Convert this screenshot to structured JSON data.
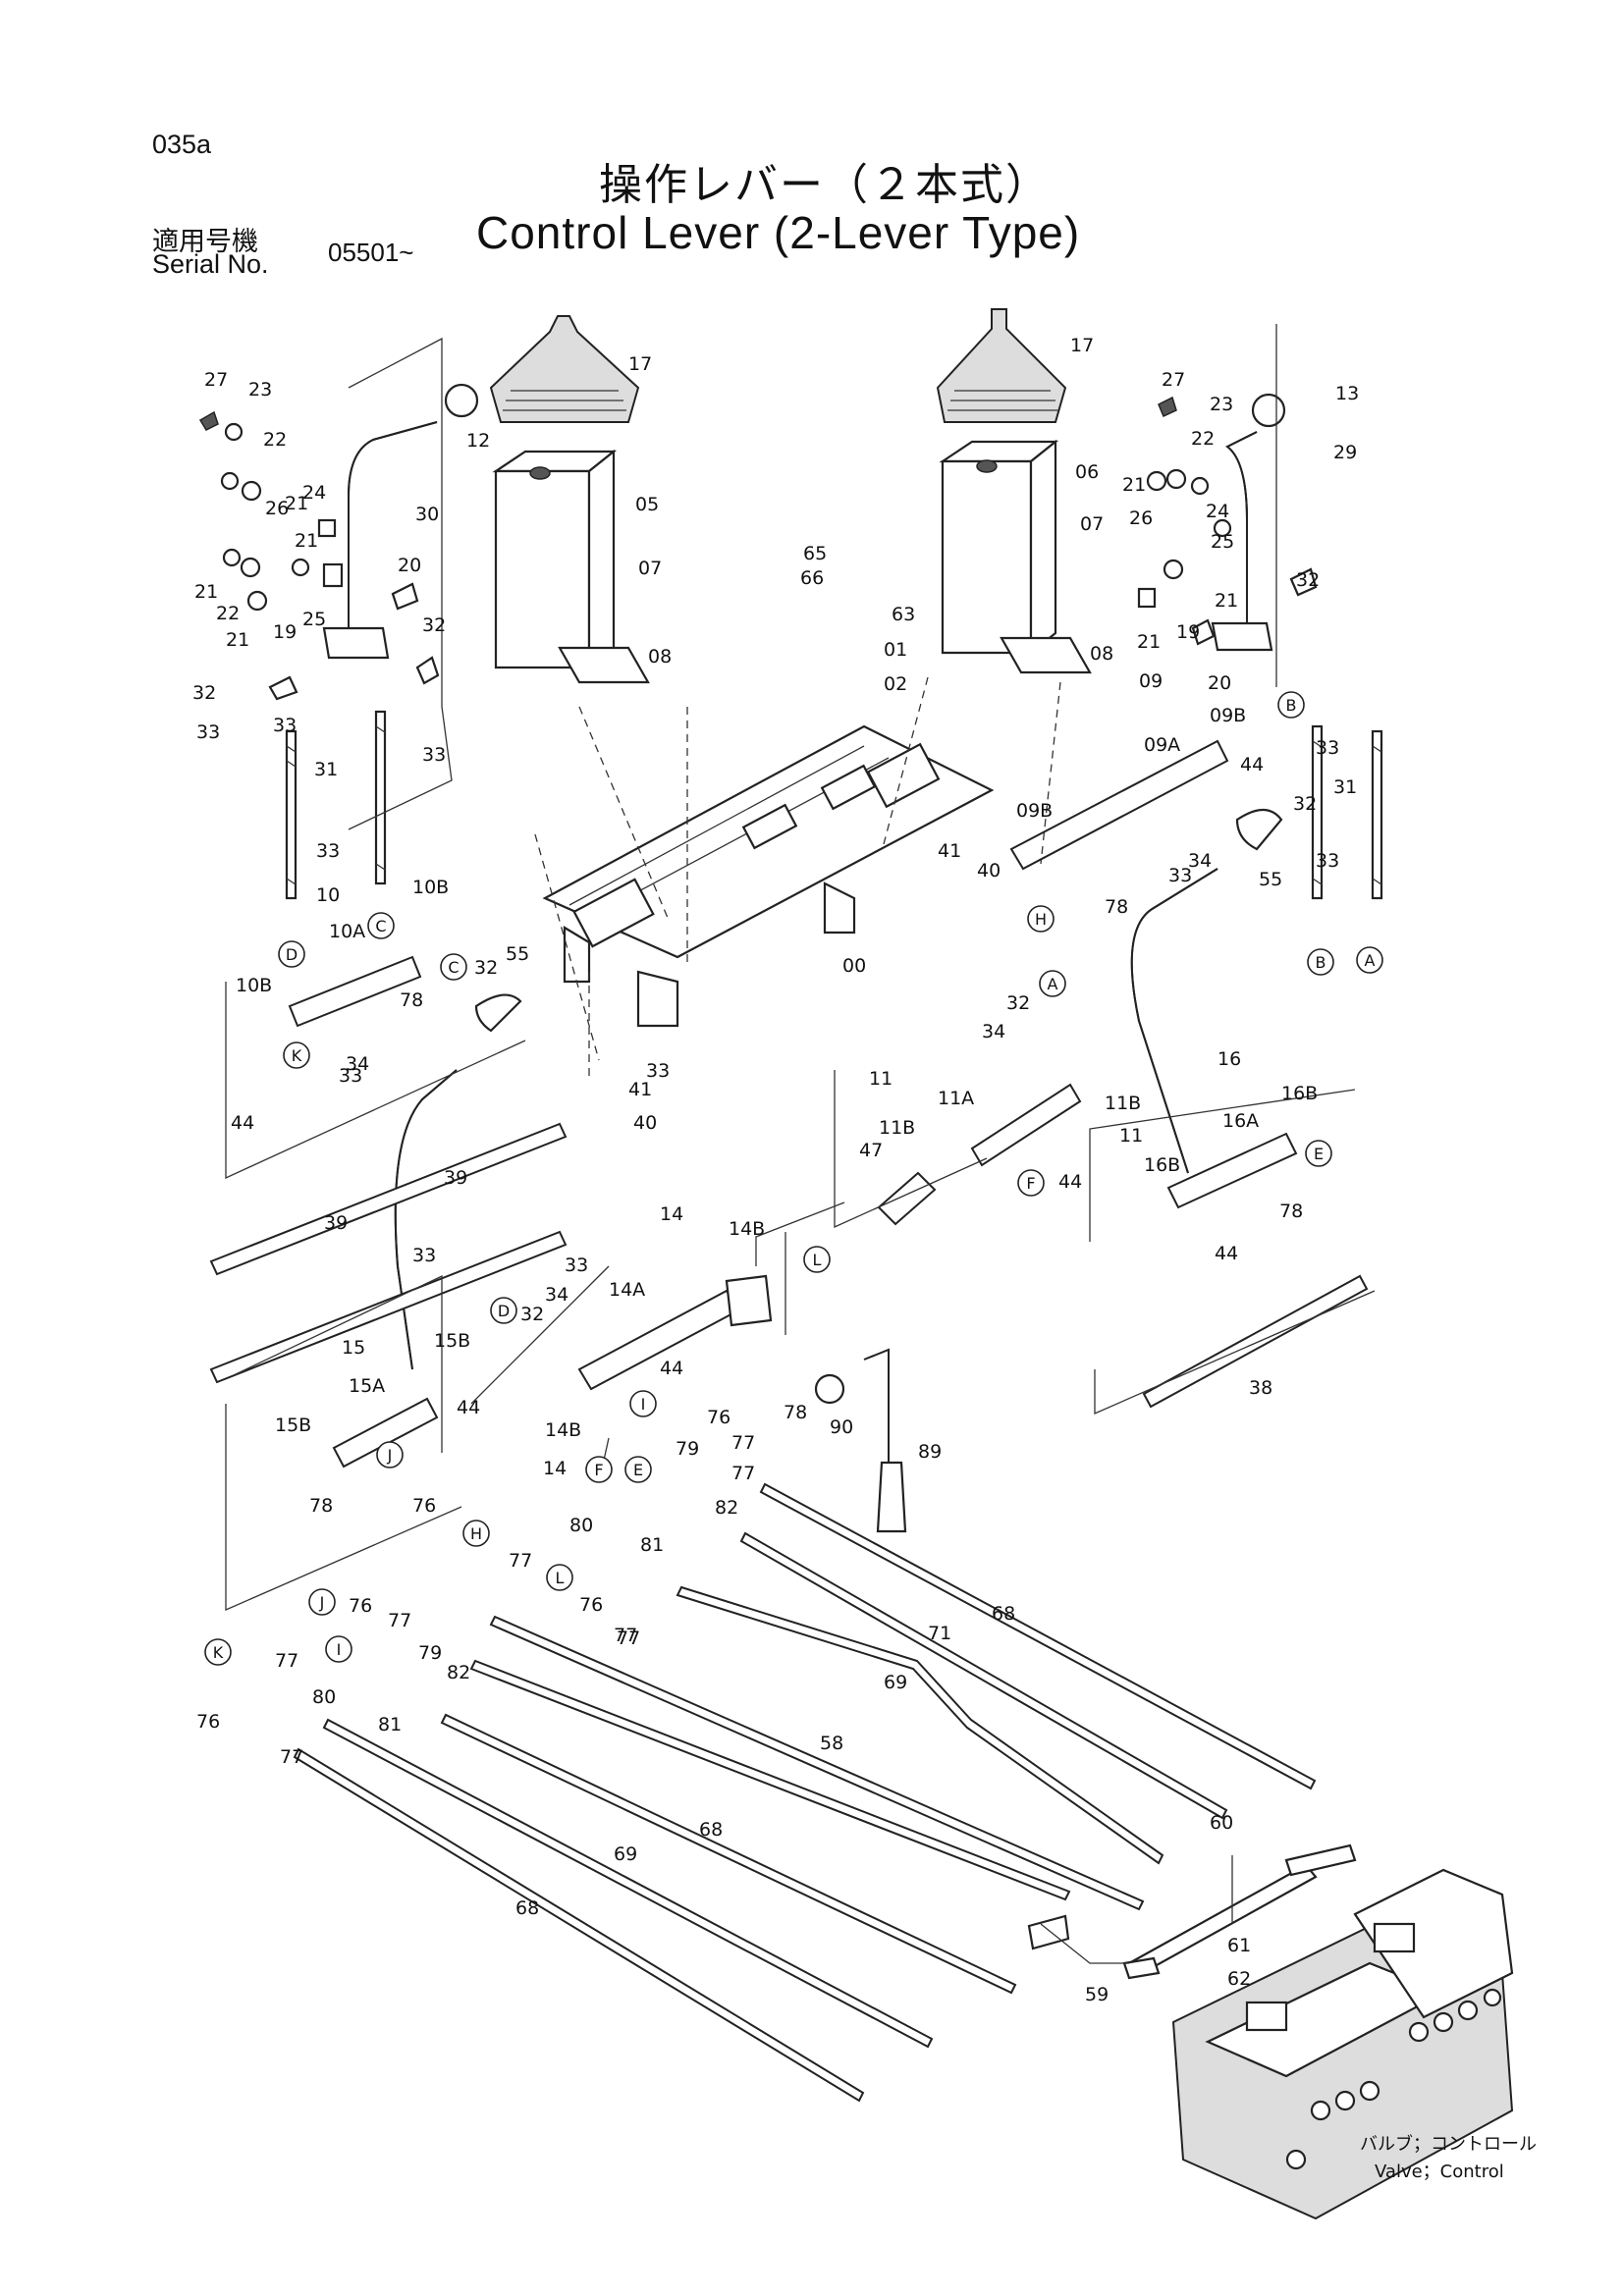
{
  "header": {
    "page_code": "035a",
    "title_jp": "操作レバー（２本式）",
    "title_en": "Control Lever (2-Lever Type)",
    "serial_label_jp": "適用号機",
    "serial_label_en": "Serial No.",
    "serial_value": "05501~"
  },
  "valve_label": {
    "jp": "バルブ；コントロール",
    "en": "Valve；Control"
  },
  "part_numbers": [
    "00",
    "01",
    "02",
    "05",
    "06",
    "07",
    "08",
    "09",
    "09A",
    "09B",
    "10",
    "10A",
    "10B",
    "11",
    "11A",
    "11B",
    "12",
    "13",
    "14",
    "14A",
    "14B",
    "15",
    "15A",
    "15B",
    "16",
    "16A",
    "16B",
    "17",
    "19",
    "20",
    "21",
    "22",
    "23",
    "24",
    "25",
    "26",
    "27",
    "29",
    "30",
    "31",
    "32",
    "33",
    "34",
    "38",
    "39",
    "40",
    "41",
    "44",
    "47",
    "55",
    "58",
    "59",
    "60",
    "61",
    "62",
    "63",
    "65",
    "66",
    "68",
    "69",
    "71",
    "76",
    "77",
    "78",
    "79",
    "80",
    "81",
    "82",
    "89",
    "90"
  ],
  "connection_markers": [
    "A",
    "B",
    "C",
    "D",
    "E",
    "F",
    "H",
    "I",
    "J",
    "K",
    "L"
  ]
}
